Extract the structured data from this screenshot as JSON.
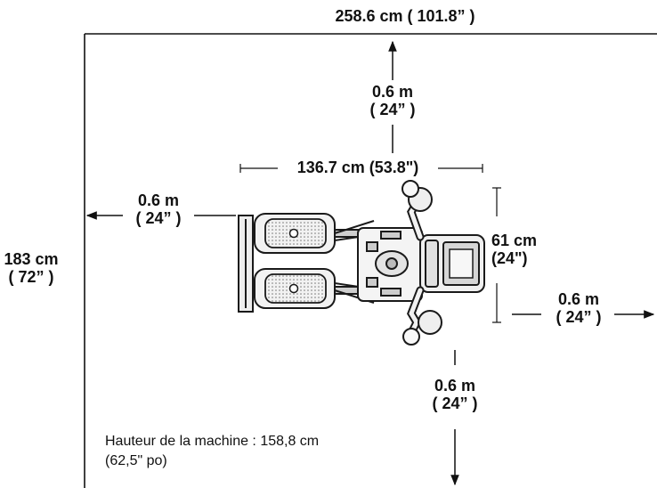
{
  "dimensions": {
    "room_width": "258.6 cm ( 101.8” )",
    "room_depth_metric": "183 cm",
    "room_depth_imperial": "( 72” )",
    "machine_length": "136.7 cm (53.8\")",
    "machine_width_metric": "61 cm",
    "machine_width_imperial": "(24\")",
    "clearance_top_metric": "0.6 m",
    "clearance_top_imperial": "( 24” )",
    "clearance_left_metric": "0.6 m",
    "clearance_left_imperial": "( 24” )",
    "clearance_right_metric": "0.6 m",
    "clearance_right_imperial": "( 24” )",
    "clearance_bottom_metric": "0.6 m",
    "clearance_bottom_imperial": "( 24” )"
  },
  "note": {
    "line1": "Hauteur de la machine : 158,8 cm",
    "line2": "(62,5\" po)"
  },
  "colors": {
    "ink": "#111111",
    "machine_dark": "#2a2a2a",
    "machine_light": "#e9e9e9"
  }
}
